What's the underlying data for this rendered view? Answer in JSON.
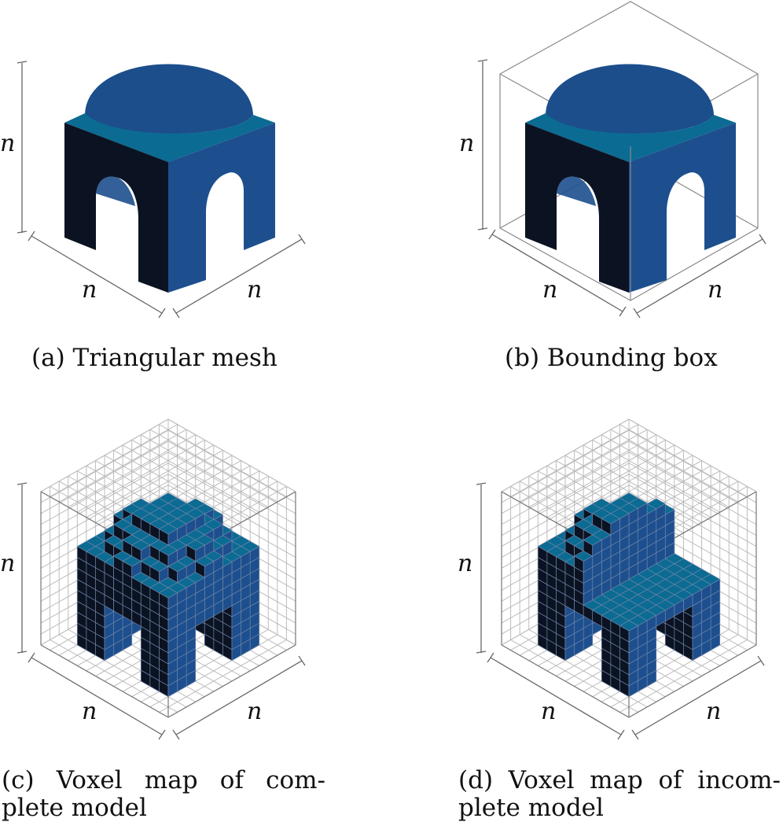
{
  "labels": {
    "n": "n"
  },
  "captions": {
    "a": "(a) Triangular mesh",
    "b": "(b) Bounding box",
    "c_line1": "(c) Voxel map of com-",
    "c_line2": "plete model",
    "d_line1": "(d) Voxel map of incom-",
    "d_line2": "plete model"
  },
  "colors": {
    "front_face": "#0b1322",
    "side_face": "#1d4f8e",
    "top_rim": "#0b6b93",
    "dome": "#1c4e8c",
    "grid": "#bcbcbc",
    "box_edge": "#8a8a8a",
    "dim_line": "#666666"
  }
}
